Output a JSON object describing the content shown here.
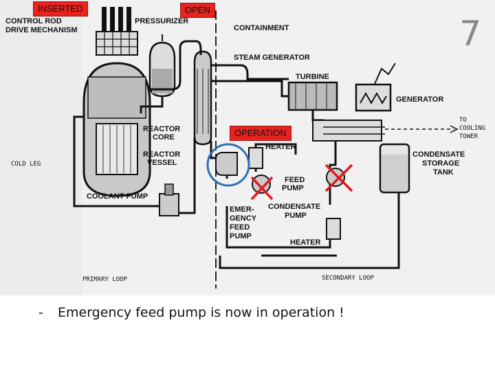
{
  "slide_number": "7",
  "overlays": {
    "inserted_label": "INSERTED",
    "open_label": "OPEN",
    "operation_label": "OPERATION"
  },
  "diagram_labels": {
    "control_rod_line1": "CONTROL ROD",
    "control_rod_line2": "DRIVE MECHANISM",
    "pressurizer": "PRESSURIZER",
    "containment": "CONTAINMENT",
    "steam_generator": "STEAM GENERATOR",
    "turbine": "TURBINE",
    "generator": "GENERATOR",
    "reactor_core_line1": "REACTOR",
    "reactor_core_line2": "CORE",
    "reactor_vessel_line1": "REACTOR",
    "reactor_vessel_line2": "VESSEL",
    "heater_top": "HEATER",
    "to_cooling_line1": "TO",
    "to_cooling_line2": "COOLING",
    "to_cooling_line3": "TOWER",
    "condensate_storage_line1": "CONDENSATE",
    "condensate_storage_line2": "STORAGE",
    "condensate_storage_line3": "TANK",
    "cold_leg": "COLD LEG",
    "feed_pump_line1": "FEED",
    "feed_pump_line2": "PUMP",
    "coolant_pump": "COOLANT PUMP",
    "emergency_line1": "EMER-",
    "emergency_line2": "GENCY",
    "emergency_line3": "FEED",
    "emergency_line4": "PUMP",
    "condensate_pump_line1": "CONDENSATE",
    "condensate_pump_line2": "PUMP",
    "heater_bottom": "HEATER",
    "primary_loop": "PRIMARY LOOP",
    "secondary_loop": "SECONDARY LOOP"
  },
  "caption": {
    "bullet": "-",
    "text": "Emergency feed pump is now in operation !"
  },
  "colors": {
    "tag_red": "#e8231f",
    "cross_red": "#e11b1b",
    "highlight_blue": "#2f6fb5"
  }
}
